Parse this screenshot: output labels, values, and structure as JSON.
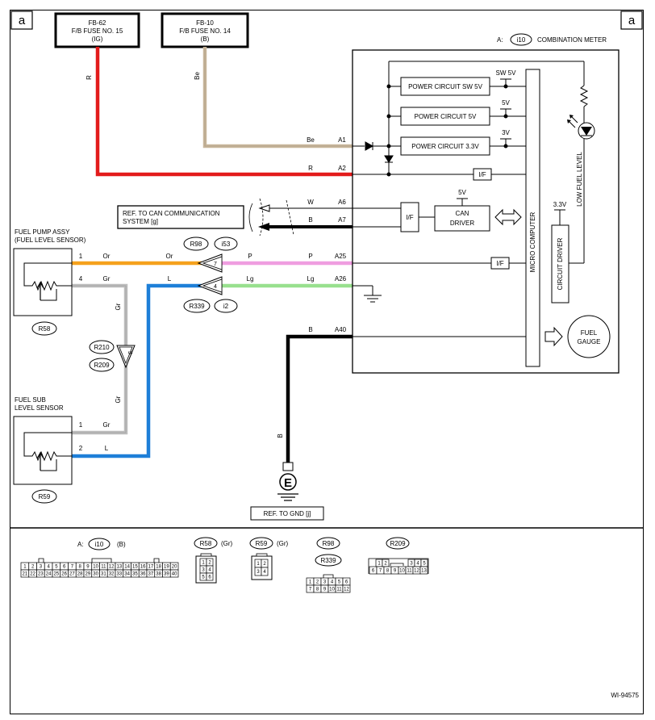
{
  "page_letter": "a",
  "fuses": [
    {
      "id": "FB-62",
      "name": "F/B FUSE NO. 15",
      "supply": "(IG)"
    },
    {
      "id": "FB-10",
      "name": "F/B FUSE NO. 14",
      "supply": "(B)"
    }
  ],
  "meter": {
    "connector_letter": "A:",
    "connector_id": "i10",
    "name": "COMBINATION METER",
    "power_sw5v": "POWER CIRCUIT SW 5V",
    "power_5v": "POWER CIRCUIT 5V",
    "power_33v": "POWER CIRCUIT 3.3V",
    "v_sw5v": "SW 5V",
    "v_5v": "5V",
    "v_3v": "3V",
    "v_can": "5V",
    "v_33v": "3.3V",
    "iface": "I/F",
    "can_driver_1": "CAN",
    "can_driver_2": "DRIVER",
    "micro": "MICRO COMPUTER",
    "circuit_driver": "CIRCUIT DRIVER",
    "low_fuel": "LOW FUEL LEVEL",
    "gauge_1": "FUEL",
    "gauge_2": "GAUGE"
  },
  "pins": {
    "a1": "A1",
    "a2": "A2",
    "a6": "A6",
    "a7": "A7",
    "a25": "A25",
    "a26": "A26",
    "a40": "A40"
  },
  "wires": {
    "r": "R",
    "be": "Be",
    "w": "W",
    "b": "B",
    "or": "Or",
    "p": "P",
    "gr": "Gr",
    "l": "L",
    "lg": "Lg"
  },
  "can_ref": {
    "line1": "REF. TO CAN COMMUNICATION",
    "line2": "SYSTEM [g]"
  },
  "fuel_pump": {
    "line1": "FUEL PUMP ASSY",
    "line2": "(FUEL LEVEL SENSOR)",
    "connector": "R58",
    "pin1": "1",
    "pin4": "4"
  },
  "sub_sensor": {
    "line1": "FUEL SUB",
    "line2": "LEVEL SENSOR",
    "connector": "R59",
    "pin1": "1",
    "pin2": "2"
  },
  "joint_connectors": {
    "r98": "R98",
    "i53": "i53",
    "r339": "R339",
    "i2": "i2",
    "pin7": "7",
    "pin4": "4",
    "r210": "R210",
    "r209": "R209",
    "pin5": "5"
  },
  "ground": {
    "symbol": "E",
    "ref": "REF. TO GND [j]"
  },
  "legend": {
    "a_label": "A:",
    "a_id": "i10",
    "a_color": "(B)",
    "a_row1": [
      "1",
      "2",
      "3",
      "4",
      "5",
      "6",
      "7",
      "8",
      "9",
      "10",
      "11",
      "12",
      "13",
      "14",
      "15",
      "16",
      "17",
      "18",
      "19",
      "20"
    ],
    "a_row2": [
      "21",
      "22",
      "23",
      "24",
      "25",
      "26",
      "27",
      "28",
      "29",
      "30",
      "31",
      "32",
      "33",
      "34",
      "35",
      "36",
      "37",
      "38",
      "39",
      "40"
    ],
    "r58_id": "R58",
    "r58_color": "(Gr)",
    "r58_pins": [
      "1",
      "2",
      "3",
      "4",
      "5",
      "6"
    ],
    "r59_id": "R59",
    "r59_color": "(Gr)",
    "r59_pins": [
      "1",
      "2",
      "3",
      "4"
    ],
    "r98_id": "R98",
    "r339_id": "R339",
    "r98_row1": [
      "1",
      "2",
      "3",
      "4",
      "5",
      "6"
    ],
    "r98_row2": [
      "7",
      "8",
      "9",
      "10",
      "11",
      "12"
    ],
    "r209_id": "R209",
    "r209_row1": [
      "1",
      "2",
      "3",
      "4",
      "5"
    ],
    "r209_row2": [
      "6",
      "7",
      "8",
      "9",
      "10",
      "11",
      "12",
      "13"
    ]
  },
  "figure_id": "WI-94575",
  "colors": {
    "red": "#e31b1b",
    "beige": "#c9b79c",
    "orange": "#f5a11c",
    "pink": "#ef9de0",
    "light_green": "#98e08e",
    "gray": "#bdbdbd",
    "blue": "#1e7fd8",
    "black": "#000000"
  }
}
